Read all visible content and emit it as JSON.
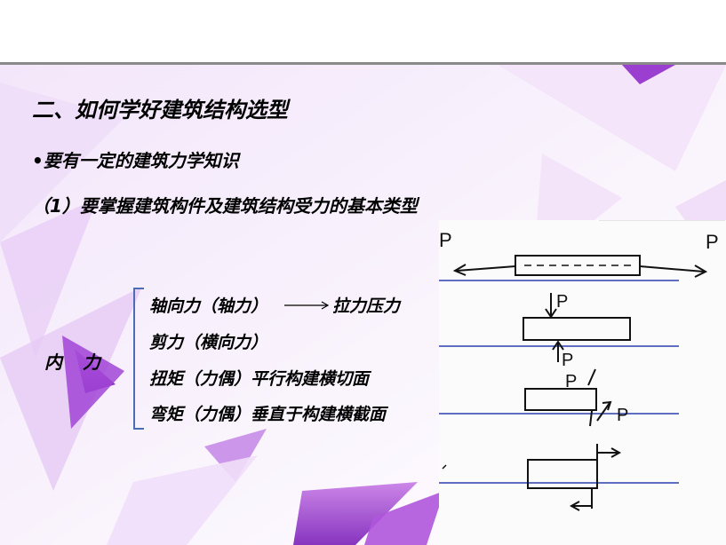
{
  "slide": {
    "title": "二、如何学好建筑结构选型",
    "bullet": "•要有一定的建筑力学知识",
    "subhead": "（1）要掌握建筑构件及建筑结构受力的基本类型",
    "internal_force_label": "内 力",
    "force_items": [
      {
        "name": "轴向力（轴力）",
        "result": "拉力压力"
      },
      {
        "name": "剪力（横向力）"
      },
      {
        "name": "扭矩（力偶）平行构建横切面"
      },
      {
        "name": "弯矩（力偶）垂直于构建横截面"
      }
    ],
    "sketch_labels": {
      "axial_left": "P",
      "axial_right": "P",
      "shear_top": "P",
      "shear_bottom": "P",
      "torsion_top": "P",
      "torsion_right": "P"
    },
    "colors": {
      "accent_purple": "#9b3fd0",
      "brace_blue": "#4a6db5",
      "ruled_line_blue": "#2d3fb0",
      "rule_gray": "#8a8a8a"
    }
  }
}
